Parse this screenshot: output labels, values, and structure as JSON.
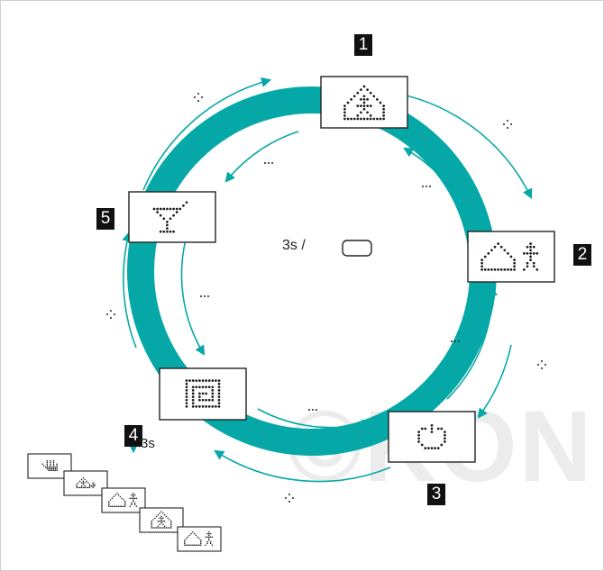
{
  "accent_color": "#05a8a6",
  "watermark_text": "©KON",
  "center": {
    "label": "3s /",
    "button_icon": "rounded-button-icon"
  },
  "screens": [
    {
      "number": "1",
      "icon": "house-person-icon"
    },
    {
      "number": "2",
      "icon": "house-and-person-icon"
    },
    {
      "number": "3",
      "icon": "power-standby-icon"
    },
    {
      "number": "4",
      "icon": "square-spiral-icon"
    },
    {
      "number": "5",
      "icon": "cocktail-glass-icon"
    }
  ],
  "sequence": {
    "badge": "4",
    "label": "3s",
    "icons": [
      "hand-icon",
      "house-person-exit-icon",
      "house-person-arrive-icon",
      "house-person-icon",
      "house-and-person-icon"
    ]
  }
}
